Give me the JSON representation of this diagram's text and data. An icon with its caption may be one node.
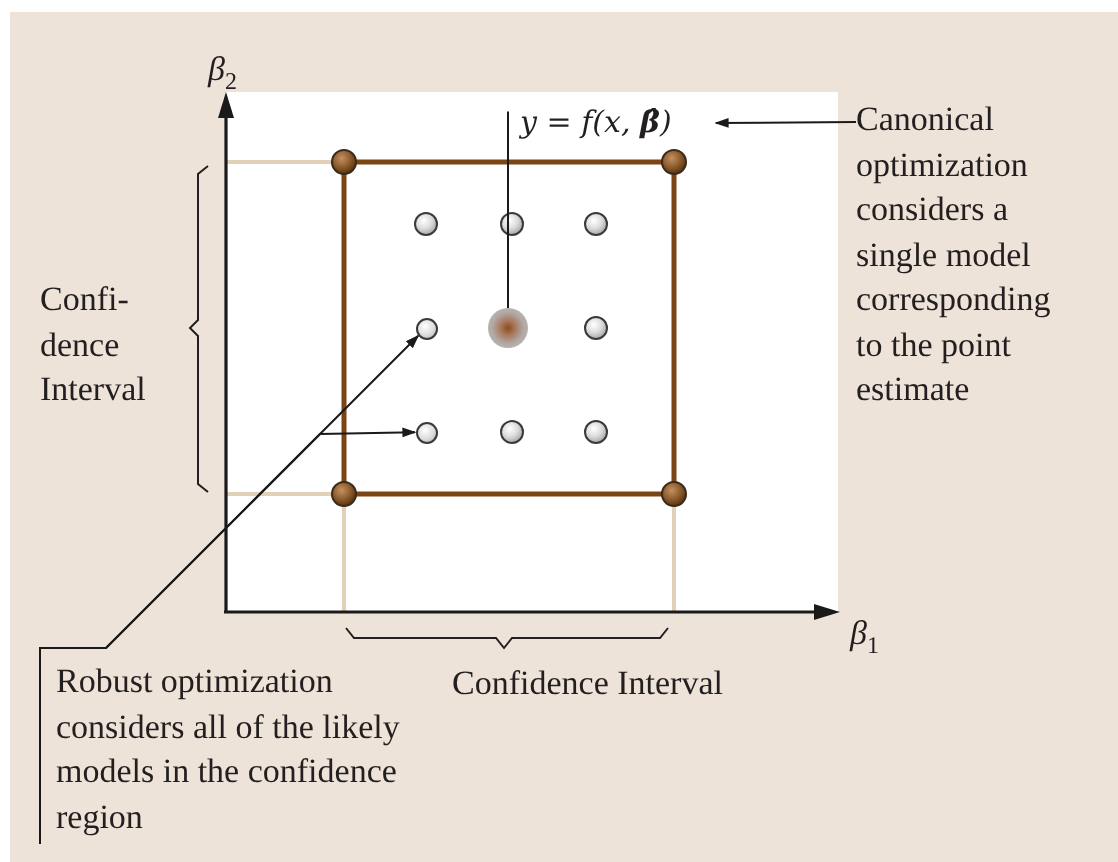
{
  "diagram": {
    "nodes": [
      {
        "text": [
          "y = f(x, **β̂**)"
        ]
      },
      {
        "text": [
          "Canonical optimization considers a single model corresponding to the point estimate"
        ]
      },
      {
        "text": [],
        "shape": "circle"
      },
      {
        "text": [
          "Robust optimization considers all of the likely models in the confidence region"
        ]
      },
      {
        "text": [],
        "shape": "circle"
      },
      {
        "text": [],
        "shape": "circle"
      }
    ],
    "edges": [
      {
        "from": 1,
        "to": 0,
        "arrow": "to"
      },
      {
        "from": 0,
        "to": 2,
        "arrow": "none"
      },
      {
        "from": 3,
        "to": 4,
        "arrow": "to"
      },
      {
        "from": 3,
        "to": 5,
        "arrow": "to"
      }
    ],
    "labels": [
      "β$_{2}$",
      "Confi- dence Interval",
      "β$_{1}$",
      "Confidence Interval"
    ]
  }
}
